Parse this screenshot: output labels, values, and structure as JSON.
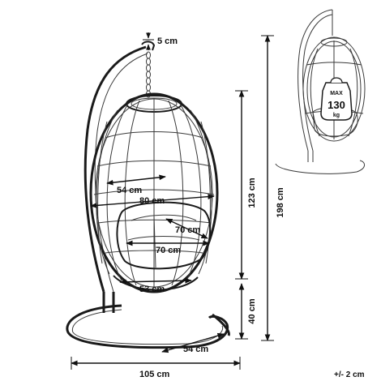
{
  "dimensions": {
    "chain": "5 cm",
    "height_chair": "123 cm",
    "height_total": "198 cm",
    "height_base": "40 cm",
    "inner_width": "54 cm",
    "outer_width": "80 cm",
    "seat_depth": "70 cm",
    "seat_width": "70 cm",
    "bottom_width": "53 cm",
    "base_foot": "54 cm",
    "overall_width": "105 cm",
    "tolerance": "+/- 2 cm"
  },
  "weight_badge": {
    "top": "MAX",
    "value": "130",
    "unit": "kg"
  },
  "colors": {
    "line": "#1a1a1a",
    "background": "#ffffff"
  }
}
